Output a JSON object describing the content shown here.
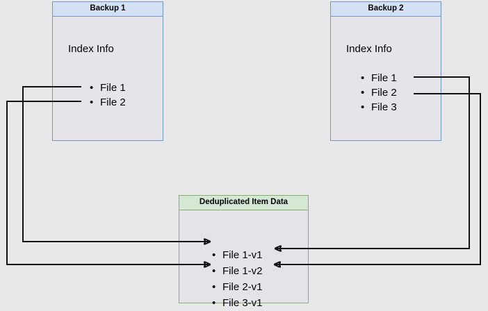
{
  "diagram": {
    "title": "Backup deduplication index diagram",
    "background_color": "#e8e7e9",
    "nodes": [
      {
        "id": "backup1",
        "header": "Backup 1",
        "body_label": "Index Info",
        "items": [
          "File 1",
          "File 2"
        ],
        "border_color": "#7096cb",
        "header_color": "#d4e1f5"
      },
      {
        "id": "backup2",
        "header": "Backup 2",
        "body_label": "Index Info",
        "items": [
          "File 1",
          "File 2",
          "File 3"
        ],
        "border_color": "#7096cb",
        "header_color": "#d4e1f5"
      },
      {
        "id": "dedup",
        "header": "Deduplicated Item Data",
        "body_label": "",
        "items": [
          "File 1-v1",
          "File 1-v2",
          "File 2-v1",
          "File 3-v1"
        ],
        "border_color": "#82b366",
        "header_color": "#d5e8d4"
      }
    ],
    "edges": [
      {
        "id": "b1-file1-to-file1v1",
        "from": "backup1.File 1",
        "to": "dedup.File 1-v1",
        "arrow": "end"
      },
      {
        "id": "b1-file2-to-file2v1",
        "from": "backup1.File 2",
        "to": "dedup.File 2-v1",
        "arrow": "end"
      },
      {
        "id": "b2-file1-to-file1v2",
        "from": "backup2.File 1",
        "to": "dedup.File 1-v2",
        "arrow": "end"
      },
      {
        "id": "b2-file2-to-file2v1",
        "from": "backup2.File 2",
        "to": "dedup.File 2-v1",
        "arrow": "end"
      }
    ],
    "edge_color": "#111111"
  }
}
